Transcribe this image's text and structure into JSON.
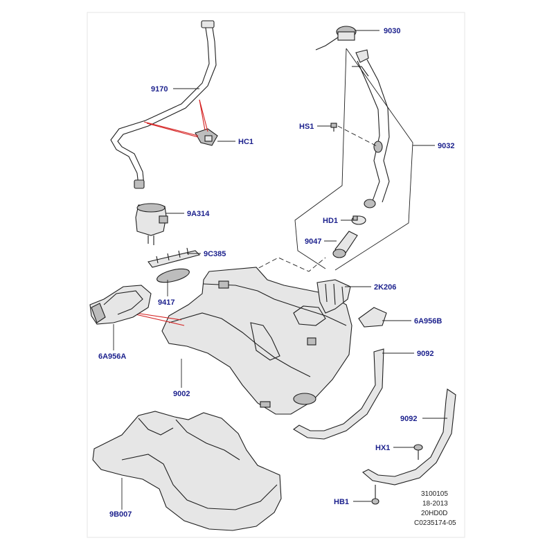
{
  "diagram": {
    "callouts": {
      "p9030": "9030",
      "p9170": "9170",
      "hc1": "HC1",
      "hs1": "HS1",
      "p9032": "9032",
      "p9a314": "9A314",
      "hd1": "HD1",
      "p9047": "9047",
      "p9c385": "9C385",
      "p9417": "9417",
      "p2k206": "2K206",
      "p6a956b": "6A956B",
      "p6a956a": "6A956A",
      "p9002": "9002",
      "p9092a": "9092",
      "p9092b": "9092",
      "hx1": "HX1",
      "p9b007": "9B007",
      "hb1": "HB1"
    },
    "reference_block": {
      "line1": "3100105",
      "line2": "18-2013",
      "line3": "20HD0D",
      "line4": "C0235174-05"
    },
    "colors": {
      "callout_text": "#1a1f8c",
      "leader_lines": "#222222",
      "highlight_lines": "#d42020",
      "part_fill": "#e6e6e6"
    }
  }
}
